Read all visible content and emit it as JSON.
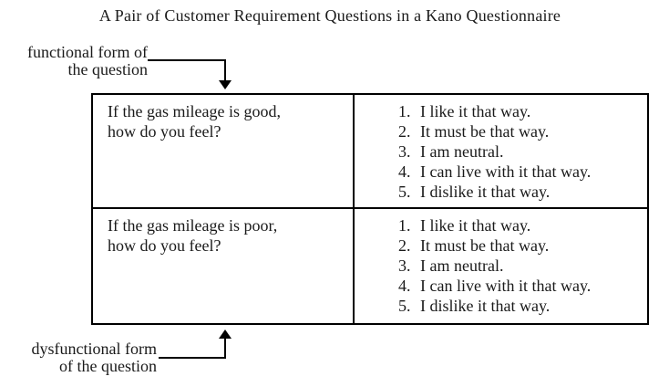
{
  "title": "A Pair of Customer Requirement Questions in a Kano Questionnaire",
  "labels": {
    "functional": {
      "line1": "functional form of",
      "line2": "the question"
    },
    "dysfunctional": {
      "line1": "dysfunctional form",
      "line2": "of the question"
    }
  },
  "table": {
    "rows": [
      {
        "question_line1": "If the gas mileage is good,",
        "question_line2": "how do you feel?",
        "options": [
          {
            "num": "1.",
            "text": "I like it that way."
          },
          {
            "num": "2.",
            "text": "It must be that way."
          },
          {
            "num": "3.",
            "text": "I am neutral."
          },
          {
            "num": "4.",
            "text": "I can live with it that way."
          },
          {
            "num": "5.",
            "text": "I dislike it that way."
          }
        ]
      },
      {
        "question_line1": "If the gas mileage is poor,",
        "question_line2": "how do you feel?",
        "options": [
          {
            "num": "1.",
            "text": "I like it that way."
          },
          {
            "num": "2.",
            "text": "It must be that way."
          },
          {
            "num": "3.",
            "text": "I am neutral."
          },
          {
            "num": "4.",
            "text": "I can live with it that way."
          },
          {
            "num": "5.",
            "text": "I dislike it that way."
          }
        ]
      }
    ]
  },
  "colors": {
    "text": "#1a1a1a",
    "line": "#000000",
    "background": "#ffffff"
  }
}
